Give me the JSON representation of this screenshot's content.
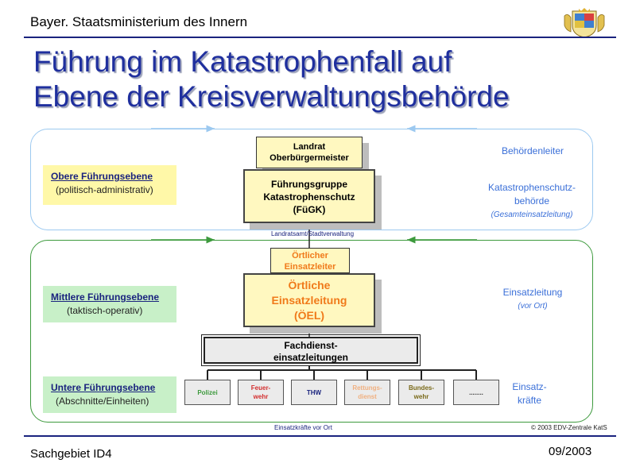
{
  "header": {
    "ministry": "Bayer. Staatsministerium des Innern",
    "title_line1": "Führung im Katastrophenfall auf",
    "title_line2": "Ebene der Kreisverwaltungsbehörde"
  },
  "levels": {
    "top": {
      "title": "Obere Führungsebene",
      "sub": "(politisch-administrativ)"
    },
    "mid": {
      "title": "Mittlere Führungsebene",
      "sub": "(taktisch-operativ)"
    },
    "low": {
      "title": "Untere Führungsebene",
      "sub": "(Abschnitte/Einheiten)"
    }
  },
  "right_labels": {
    "behoerdenleiter": "Behördenleiter",
    "kats_behoerde_1": "Katastrophenschutz-",
    "kats_behoerde_2": "behörde",
    "gesamteinsatz": "(Gesamteinsatzleitung)",
    "einsatzleitung": "Einsatzleitung",
    "vor_ort": "(vor Ort)",
    "einsatz_1": "Einsatz-",
    "einsatz_2": "kräfte"
  },
  "boxes": {
    "landrat_1": "Landrat",
    "landrat_2": "Oberbürgermeister",
    "fuegk_1": "Führungsgruppe",
    "fuegk_2": "Katastrophenschutz",
    "fuegk_3": "(FüGK)",
    "landratsamt": "Landratsamt/Stadtverwaltung",
    "oertl_leiter_1": "Örtlicher",
    "oertl_leiter_2": "Einsatzleiter",
    "oel_1": "Örtliche",
    "oel_2": "Einsatzleitung",
    "oel_3": "(ÖEL)",
    "fach_1": "Fachdienst-",
    "fach_2": "einsatzleitungen"
  },
  "units": [
    {
      "l1": "Polizei",
      "l2": "",
      "color": "#3d9a3d"
    },
    {
      "l1": "Feuer-",
      "l2": "wehr",
      "color": "#d32f2f"
    },
    {
      "l1": "THW",
      "l2": "",
      "color": "#1a237e"
    },
    {
      "l1": "Rettungs-",
      "l2": "dienst",
      "color": "#f0b080"
    },
    {
      "l1": "Bundes-",
      "l2": "wehr",
      "color": "#7a6a1a"
    },
    {
      "l1": "........",
      "l2": "",
      "color": "#333333"
    }
  ],
  "footnotes": {
    "einsatzkraefte": "Einsatzkräfte vor Ort",
    "copyright": "© 2003 EDV-Zentrale KatS"
  },
  "footer": {
    "left": "Sachgebiet ID4",
    "right": "09/2003"
  },
  "colors": {
    "title": "#1f2f9e",
    "band_top": "#9cc9f0",
    "band_bottom": "#3d9a3d",
    "orange": "#f07a1a",
    "box_fill": "#fff8c0"
  }
}
